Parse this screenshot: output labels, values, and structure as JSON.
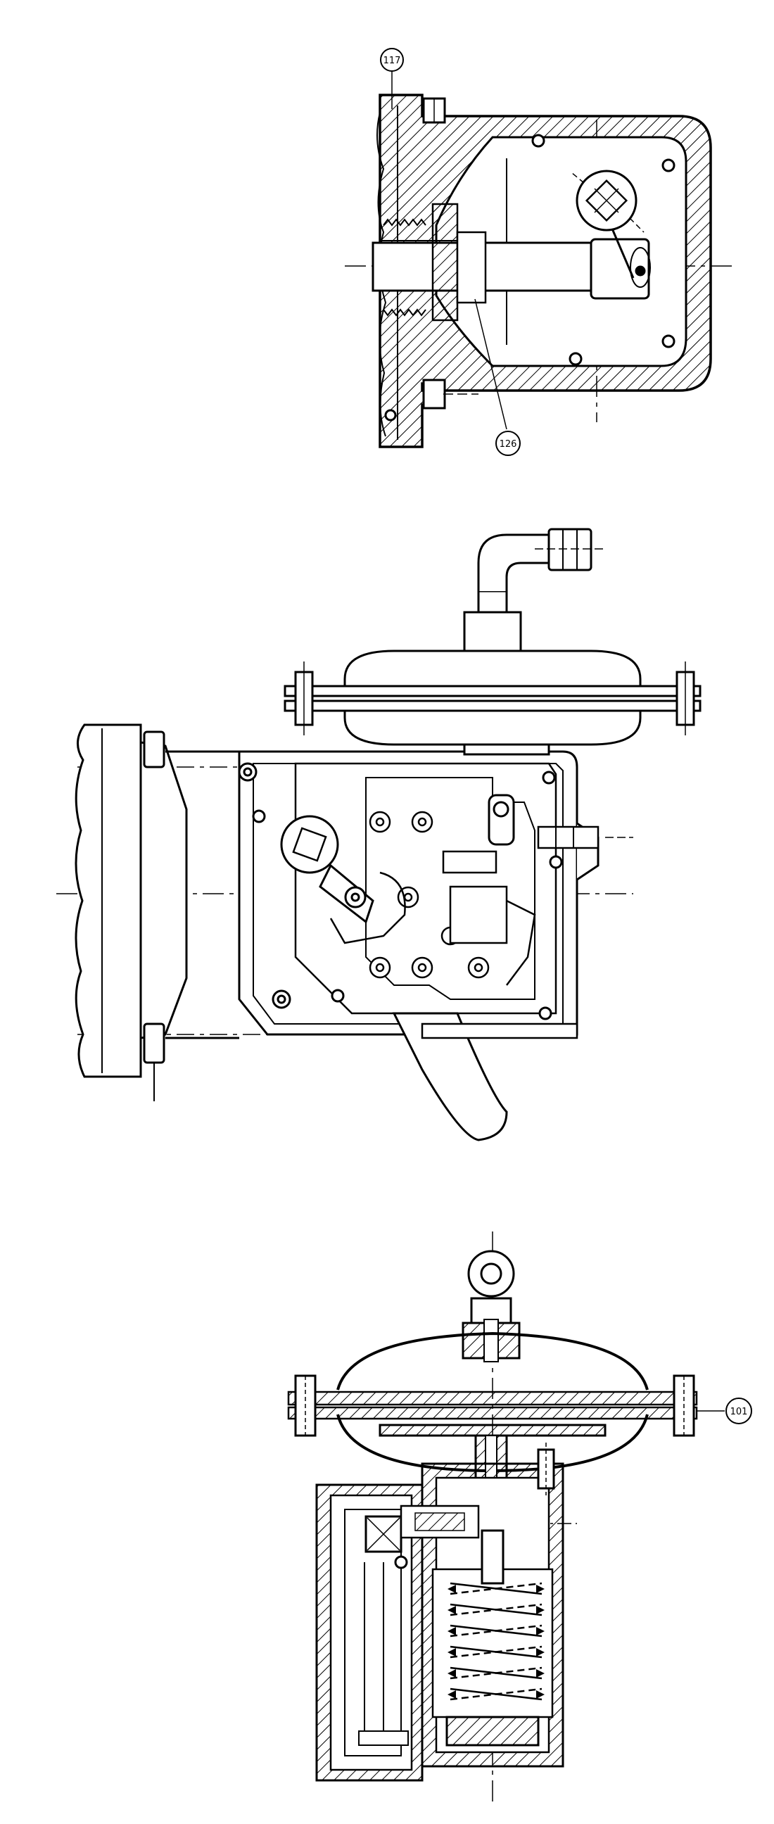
{
  "document": {
    "type": "engineering-drawing",
    "views": [
      {
        "id": "top-section",
        "callouts": [
          "117",
          "126"
        ]
      },
      {
        "id": "middle-exterior",
        "callouts": []
      },
      {
        "id": "bottom-section",
        "callouts": [
          "101"
        ]
      }
    ]
  },
  "callouts": {
    "c117": "117",
    "c126": "126",
    "c101": "101"
  },
  "colors": {
    "ink": "#000000",
    "paper": "#ffffff"
  }
}
